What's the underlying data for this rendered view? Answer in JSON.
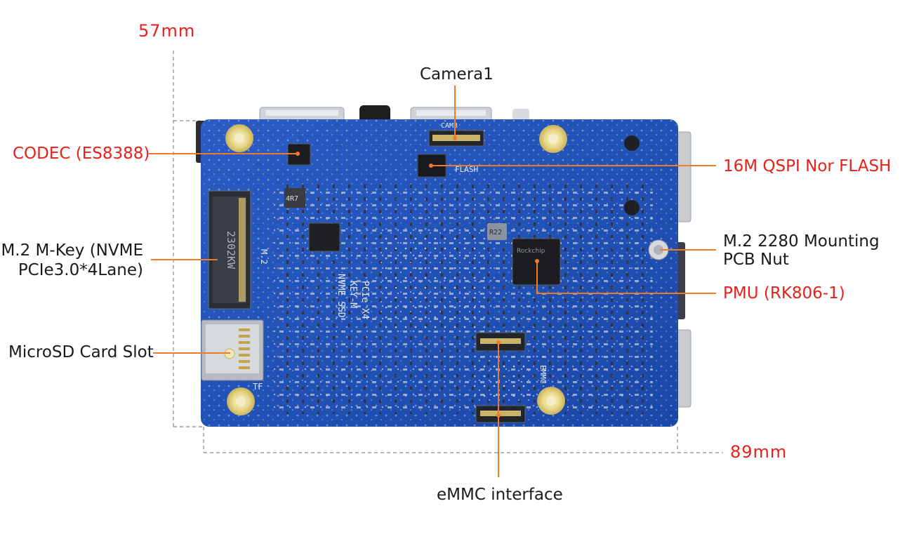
{
  "dimensions": {
    "height": "57mm",
    "width": "89mm"
  },
  "colors": {
    "callout_line": "#f07a28",
    "label_red": "#e8201a",
    "board_blue": "#1d4fb8",
    "dimension_line": "#8a8a8a"
  },
  "callouts": {
    "camera": "Camera1",
    "codec": "CODEC (ES8388)",
    "flash": "16M QSPI Nor FLASH",
    "m2_key_line1": "M.2 M-Key (NVME",
    "m2_key_line2": "PCIe3.0*4Lane)",
    "mounting_line1": "M.2 2280 Mounting",
    "mounting_line2": "PCB Nut",
    "pmu": "PMU (RK806-1)",
    "microsd": "MicroSD Card Slot",
    "emmc_interface": "eMMC interface"
  },
  "silkscreen": {
    "camera_connector": "CAM3",
    "flash_chip": "FLASH",
    "m2_slot": "M.2",
    "ssd_text_1": "NVME SSD",
    "ssd_text_2": "KEY-M",
    "ssd_text_3": "PCIe X4",
    "emmc": "EMMC",
    "tf": "TF",
    "inductor": "4R7",
    "pmu_inductor": "R22",
    "pmu_chip": "Rockchip",
    "m2_connector": "2302KW"
  }
}
